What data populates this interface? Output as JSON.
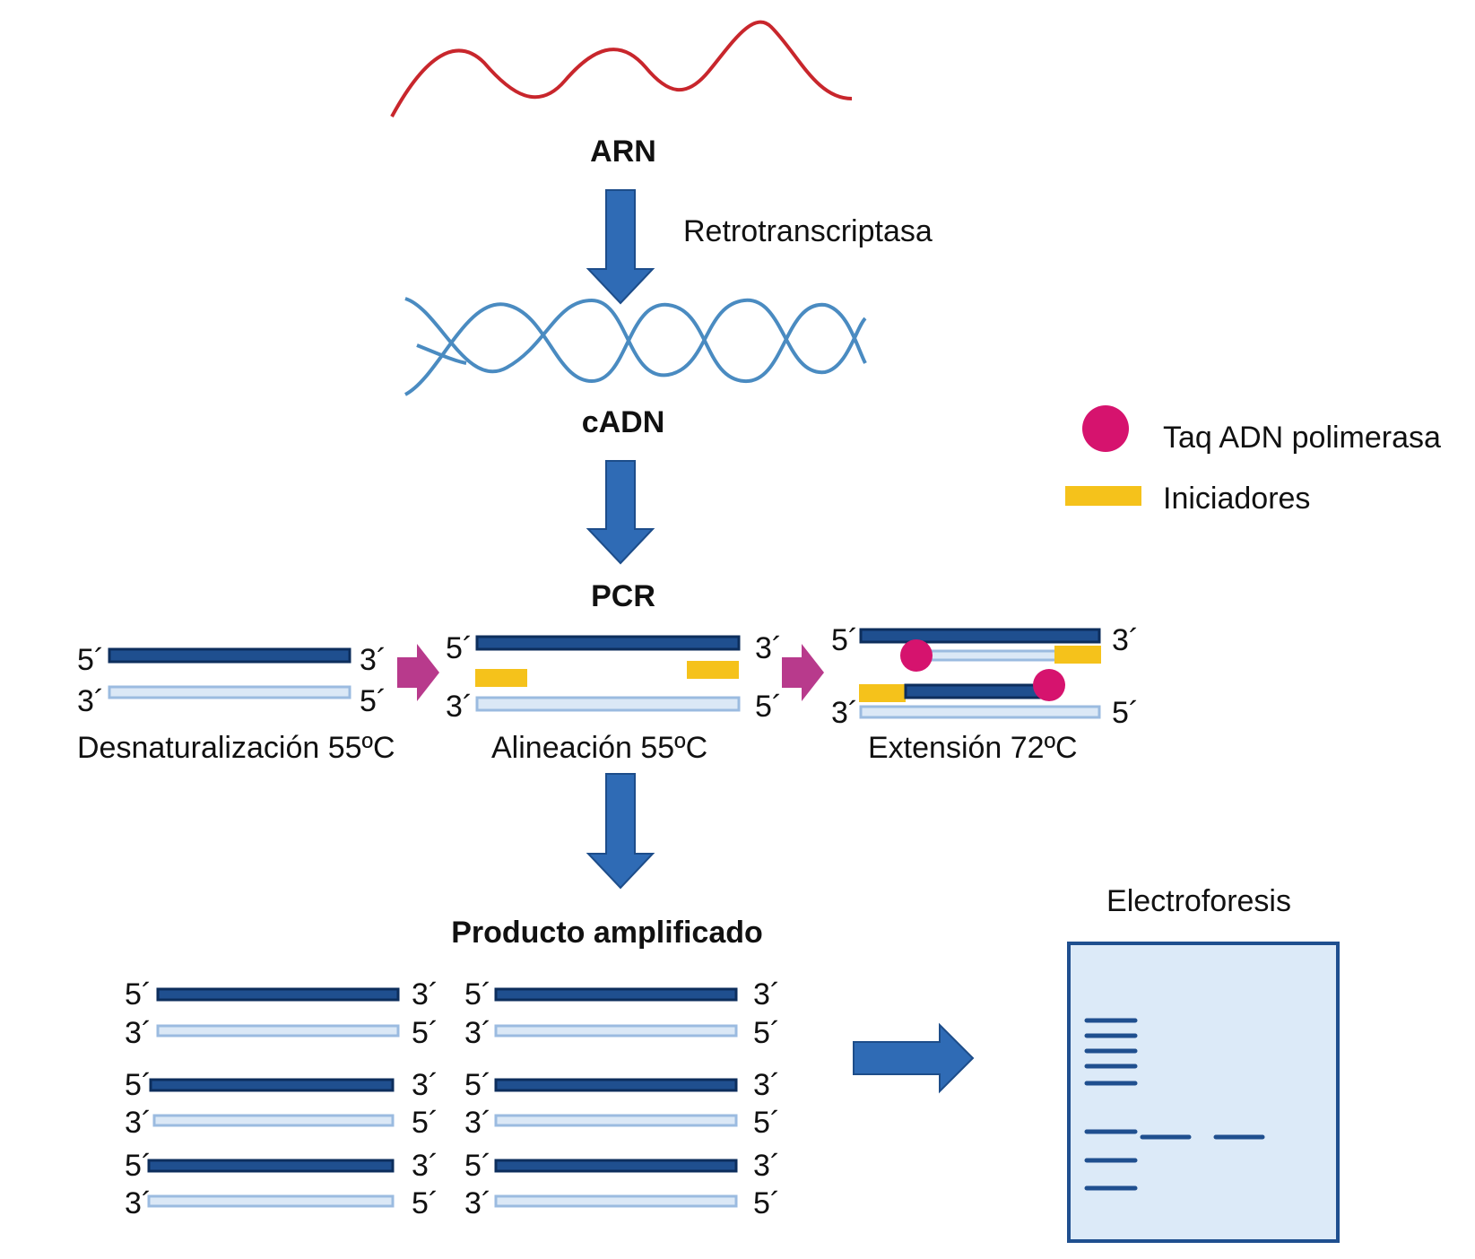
{
  "colors": {
    "rna": "#c8262c",
    "dna_helix": "#4a8bc1",
    "strand_dark": "#1f4f8f",
    "strand_light": "#dbe8f6",
    "primer": "#f5c21b",
    "polymerase": "#d6136e",
    "arrow": "#2f6bb5",
    "step_arrow": "#b83a8c",
    "gel": "#dceaf8",
    "gel_band": "#1f4f8f"
  },
  "labels": {
    "arn": "ARN",
    "retro": "Retrotranscriptasa",
    "cadn": "cADN",
    "pcr": "PCR",
    "product": "Producto amplificado",
    "electro": "Electroforesis"
  },
  "legend": {
    "polymerase": "Taq ADN polimerasa",
    "primers": "Iniciadores"
  },
  "ends": {
    "five": "5´",
    "three": "3´"
  },
  "steps": {
    "denat": "Desnaturalización 55ºC",
    "align": "Alineación 55ºC",
    "ext": "Extensión 72ºC"
  },
  "gel": {
    "ladder_lanes": 8,
    "sample_bands": 2
  }
}
